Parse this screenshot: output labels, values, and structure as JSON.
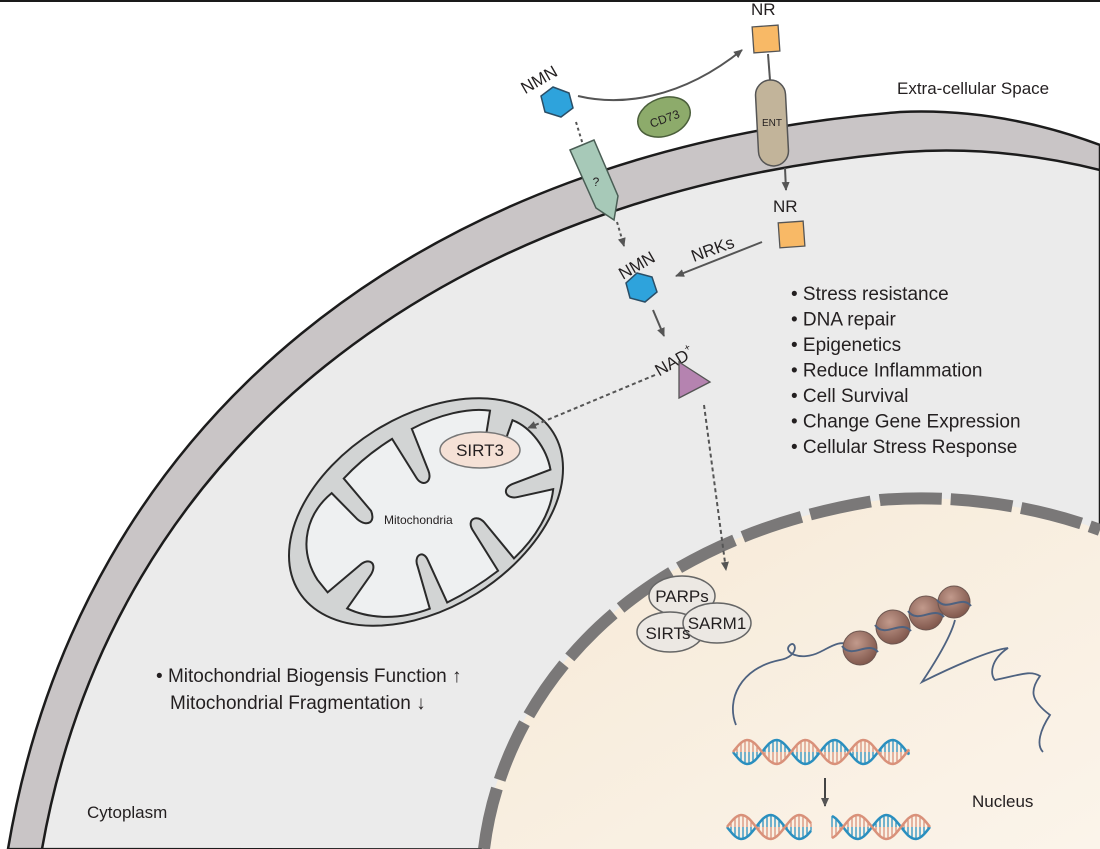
{
  "regions": {
    "extracellular": "Extra-cellular Space",
    "cytoplasm": "Cytoplasm",
    "nucleus": "Nucleus",
    "mitochondria": "Mitochondria"
  },
  "molecules": {
    "nmn_outside": "NMN",
    "nr_outside": "NR",
    "nr_inside": "NR",
    "nmn_inside": "NMN",
    "nad": "NAD",
    "nad_superscript": "+"
  },
  "proteins": {
    "cd73": "CD73",
    "ent": "ENT",
    "unknown_transporter": "?",
    "nrks": "NRKs",
    "sirt3": "SIRT3",
    "parps": "PARPs",
    "sirts": "SIRTs",
    "sarm1": "SARM1"
  },
  "effects": [
    "Stress resistance",
    "DNA repair",
    "Epigenetics",
    "Reduce Inflammation",
    "Cell Survival",
    "Change Gene Expression",
    "Cellular Stress Response"
  ],
  "mito_effects": {
    "line1": "Mitochondrial Biogensis Function ↑",
    "line2": "Mitochondrial Fragmentation ↓"
  },
  "colors": {
    "membrane": "#c9c5c6",
    "cytoplasm": "#ebebeb",
    "nucleus": "#f7ecdc",
    "nuclear_envelope": "#7a7878",
    "nmn": "#2ea3dc",
    "nr": "#f8b966",
    "nad": "#b583b0",
    "cd73": "#8dab6b",
    "ent": "#c2b49a",
    "transporter": "#a7c9b8",
    "enzyme": "#ece8e3",
    "sirt3": "#f5e1d6",
    "mito_outer": "#d2d4d4",
    "mito_inner": "#eef0f1",
    "dna_blue": "#2a8fbf",
    "dna_red": "#d9917a",
    "histone": "#9a6e62",
    "chromatin": "#4e6280"
  }
}
